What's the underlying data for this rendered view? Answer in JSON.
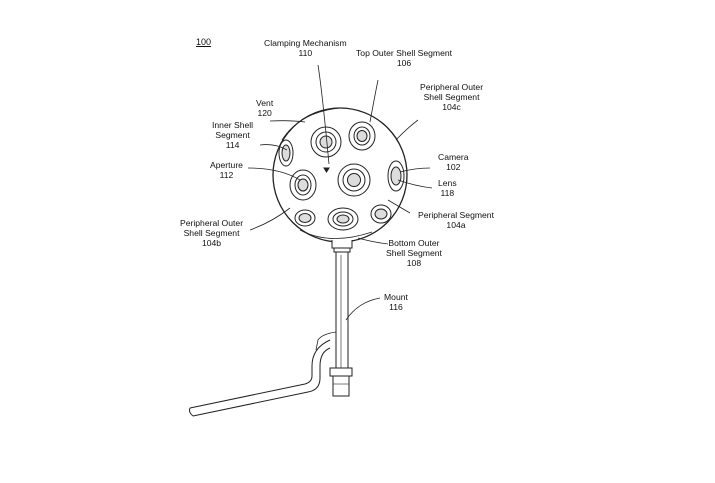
{
  "figure_number": "100",
  "labels": {
    "clamping": {
      "name": "Clamping Mechanism",
      "ref": "110"
    },
    "top_outer": {
      "name": "Top Outer Shell Segment",
      "ref": "106"
    },
    "peripheral_outer_c": {
      "line1": "Peripheral Outer",
      "line2": "Shell Segment",
      "ref": "104c"
    },
    "vent": {
      "name": "Vent",
      "ref": "120"
    },
    "inner_shell": {
      "line1": "Inner Shell",
      "line2": "Segment",
      "ref": "114"
    },
    "camera": {
      "name": "Camera",
      "ref": "102"
    },
    "aperture": {
      "name": "Aperture",
      "ref": "112"
    },
    "lens": {
      "name": "Lens",
      "ref": "118"
    },
    "peripheral_segment_a": {
      "name": "Peripheral Segment",
      "ref": "104a"
    },
    "peripheral_outer_b": {
      "line1": "Peripheral Outer",
      "line2": "Shell Segment",
      "ref": "104b"
    },
    "bottom_outer": {
      "line1": "Bottom Outer",
      "line2": "Shell Segment",
      "ref": "108"
    },
    "mount": {
      "name": "Mount",
      "ref": "116"
    }
  }
}
